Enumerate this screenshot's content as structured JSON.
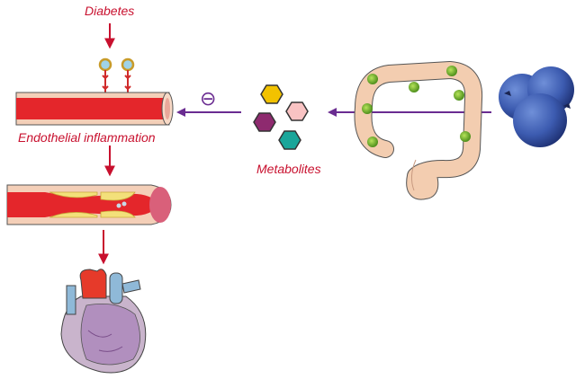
{
  "labels": {
    "diabetes": "Diabetes",
    "endothelial": "Endothelial inflammation",
    "metabolites": "Metabolites"
  },
  "inhibit_symbol": "⊖",
  "icons": [
    "receptor-icon",
    "blood-vessel-icon",
    "plaque-vessel-icon",
    "heart-icon",
    "metabolite-hexagons-icon",
    "colon-icon",
    "bacteria-icon",
    "blueberries-icon"
  ],
  "colors": {
    "label_red": "#c8102e",
    "arrow_red": "#c8102e",
    "arrow_purple": "#6a2c91"
  }
}
